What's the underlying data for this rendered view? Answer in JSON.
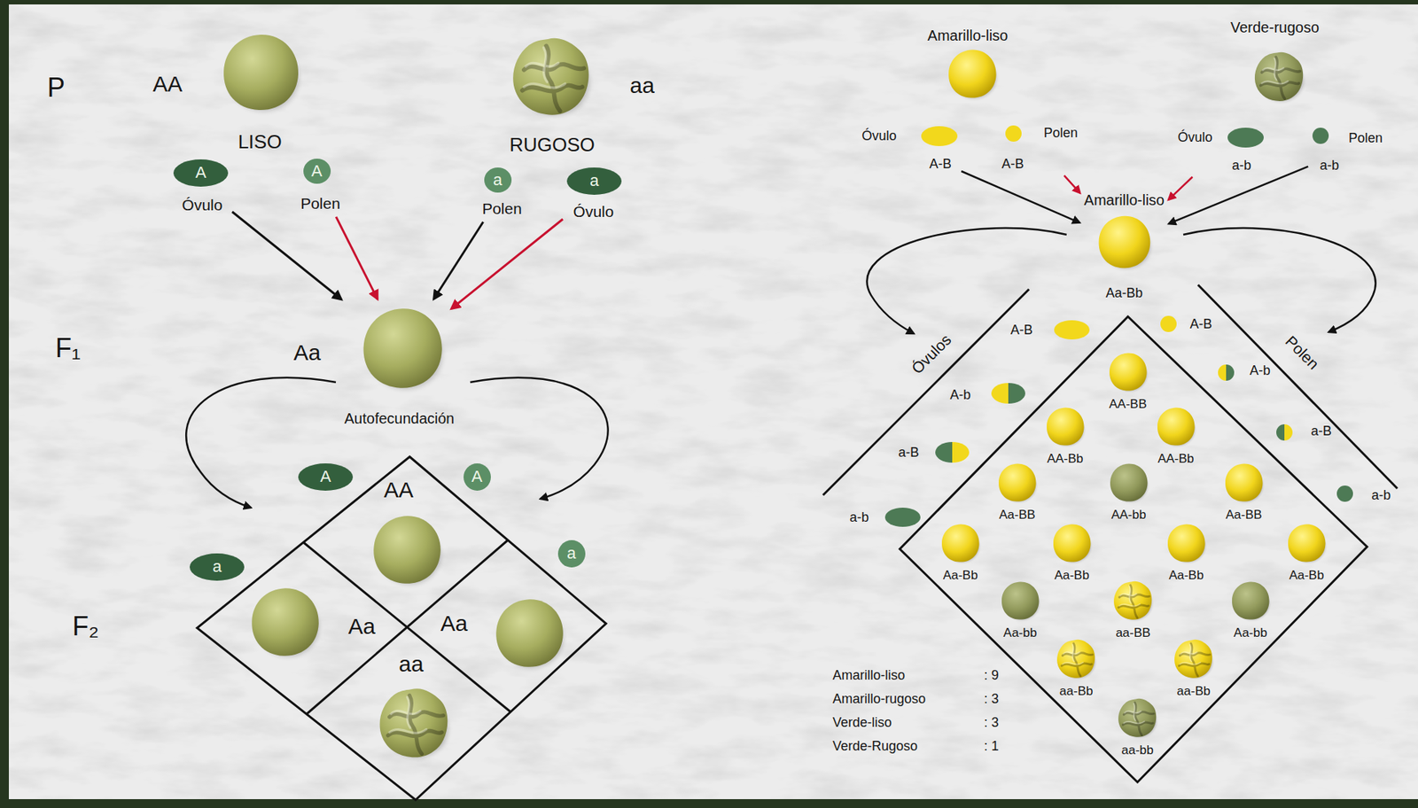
{
  "diagram": {
    "nodes": [
      {
        "text": [
          "A",
          "Óvulo"
        ]
      },
      {
        "text": [
          "A",
          "Polen"
        ]
      },
      {
        "text": [
          "a",
          "Polen"
        ]
      },
      {
        "text": [
          "a",
          "Óvulo"
        ]
      },
      {
        "text": [
          "Aa"
        ]
      },
      {
        "text": [
          "A"
        ]
      },
      {
        "text": [
          "A"
        ]
      },
      {
        "text": [
          "a"
        ]
      },
      {
        "text": [
          "a"
        ]
      },
      {
        "text": [
          "Óvulo",
          "A-B"
        ]
      },
      {
        "text": [
          "Polen",
          "A-B"
        ]
      },
      {
        "text": [
          "Óvulo",
          "a-b"
        ]
      },
      {
        "text": [
          "Polen",
          "a-b"
        ]
      },
      {
        "text": [
          "Amarillo-liso",
          "Aa-Bb"
        ]
      }
    ],
    "edges": [
      {
        "from": 0,
        "to": 4,
        "arrow": "to"
      },
      {
        "from": 1,
        "to": 4,
        "arrow": "to"
      },
      {
        "from": 2,
        "to": 4,
        "arrow": "to"
      },
      {
        "from": 3,
        "to": 4,
        "arrow": "to"
      },
      {
        "from": 9,
        "to": 13,
        "arrow": "to"
      },
      {
        "from": 10,
        "to": 13,
        "arrow": "to"
      },
      {
        "from": 11,
        "to": 13,
        "arrow": "to"
      },
      {
        "from": 12,
        "to": 13,
        "arrow": "to"
      }
    ],
    "labels": [
      "P",
      "AA",
      "aa",
      "LISO",
      "RUGOSO",
      "F₁",
      "Autofecundación",
      "AA",
      "Aa",
      "Aa",
      "aa",
      "F₂",
      "Amarillo-liso",
      "Verde-rugoso",
      "Óvulos",
      "Polen",
      "A-B",
      "A-b",
      "a-B",
      "a-b",
      "A-B",
      "A-b",
      "a-B",
      "a-b",
      "AA-BB",
      "AA-Bb",
      "AA-Bb",
      "Aa-BB",
      "AA-bb",
      "Aa-BB",
      "Aa-Bb",
      "Aa-Bb",
      "Aa-Bb",
      "Aa-Bb",
      "Aa-bb",
      "aa-BB",
      "Aa-bb",
      "aa-Bb",
      "aa-Bb",
      "aa-bb",
      "Amarillo-liso",
      ": 9",
      "Amarillo-rugoso",
      ": 3",
      "Verde-liso",
      ": 3",
      "Verde-Rugoso",
      ": 1"
    ]
  }
}
